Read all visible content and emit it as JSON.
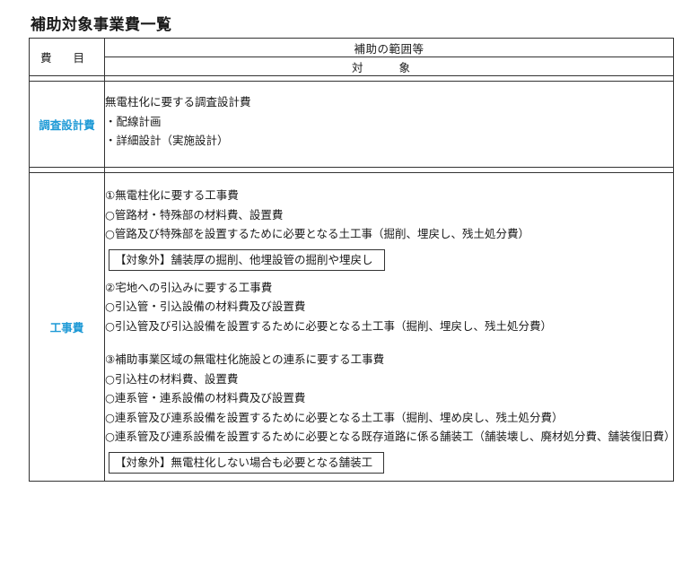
{
  "title": "補助対象事業費一覧",
  "header": {
    "col_left": "費 目",
    "col_top": "補助の範囲等",
    "col_sub": "対 象"
  },
  "rows": [
    {
      "category": "調査設計費",
      "lines": [
        "無電柱化に要する調査設計費",
        "・配線計画",
        "・詳細設計（実施設計）"
      ]
    },
    {
      "category": "工事費",
      "sections": [
        {
          "heading": "①無電柱化に要する工事費",
          "items": [
            "○管路材・特殊部の材料費、設置費",
            "○管路及び特殊部を設置するために必要となる土工事（掘削、埋戻し、残土処分費）"
          ],
          "excluded": "【対象外】舗装厚の掘削、他埋設管の掘削や埋戻し"
        },
        {
          "heading": "②宅地への引込みに要する工事費",
          "items": [
            "○引込管・引込設備の材料費及び設置費",
            "○引込管及び引込設備を設置するために必要となる土工事（掘削、埋戻し、残土処分費）"
          ]
        },
        {
          "heading": "③補助事業区域の無電柱化施設との連系に要する工事費",
          "items": [
            "○引込柱の材料費、設置費",
            "○連系管・連系設備の材料費及び設置費",
            "○連系管及び連系設備を設置するために必要となる土工事（掘削、埋め戻し、残土処分費）",
            "○連系管及び連系設備を設置するために必要となる既存道路に係る舗装工（舗装壊し、廃材処分費、舗装復旧費）"
          ],
          "excluded": "【対象外】無電柱化しない場合も必要となる舗装工"
        }
      ]
    }
  ]
}
